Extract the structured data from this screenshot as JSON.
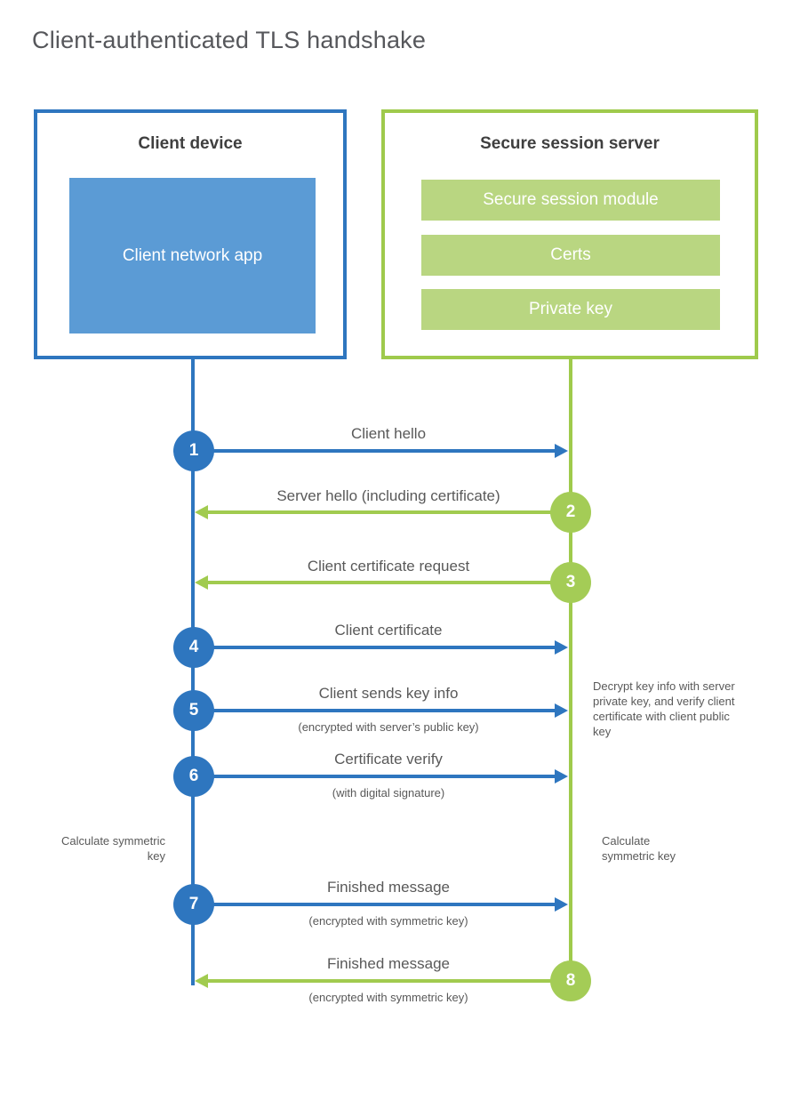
{
  "title": "Client-authenticated TLS handshake",
  "client_box": {
    "title": "Client device",
    "app": "Client network app"
  },
  "server_box": {
    "title": "Secure session server",
    "modules": [
      "Secure session module",
      "Certs",
      "Private key"
    ]
  },
  "messages": [
    {
      "num": "1",
      "label": "Client hello",
      "sub": "",
      "dir": "right",
      "from": "client"
    },
    {
      "num": "2",
      "label": "Server hello (including certificate)",
      "sub": "",
      "dir": "left",
      "from": "server"
    },
    {
      "num": "3",
      "label": "Client certificate request",
      "sub": "",
      "dir": "left",
      "from": "server"
    },
    {
      "num": "4",
      "label": "Client certificate",
      "sub": "",
      "dir": "right",
      "from": "client"
    },
    {
      "num": "5",
      "label": "Client sends key info",
      "sub": "(encrypted with server’s public key)",
      "dir": "right",
      "from": "client"
    },
    {
      "num": "6",
      "label": "Certificate verify",
      "sub": "(with digital signature)",
      "dir": "right",
      "from": "client"
    },
    {
      "num": "7",
      "label": "Finished message",
      "sub": "(encrypted with symmetric key)",
      "dir": "right",
      "from": "client"
    },
    {
      "num": "8",
      "label": "Finished message",
      "sub": "(encrypted with symmetric key)",
      "dir": "left",
      "from": "server"
    }
  ],
  "annotations": {
    "server_note": "Decrypt key info with server private key, and verify client certificate with client public key",
    "client_calc": "Calculate symmetric key",
    "server_calc": "Calculate symmetric key"
  },
  "colors": {
    "blue": "#2e76bf",
    "blue_fill": "#5b9bd5",
    "green": "#9fca4c",
    "green_circle": "#a4cc56",
    "green_fill": "#b9d681",
    "text_gray": "#595959",
    "heading_gray": "#3f3f3f"
  }
}
